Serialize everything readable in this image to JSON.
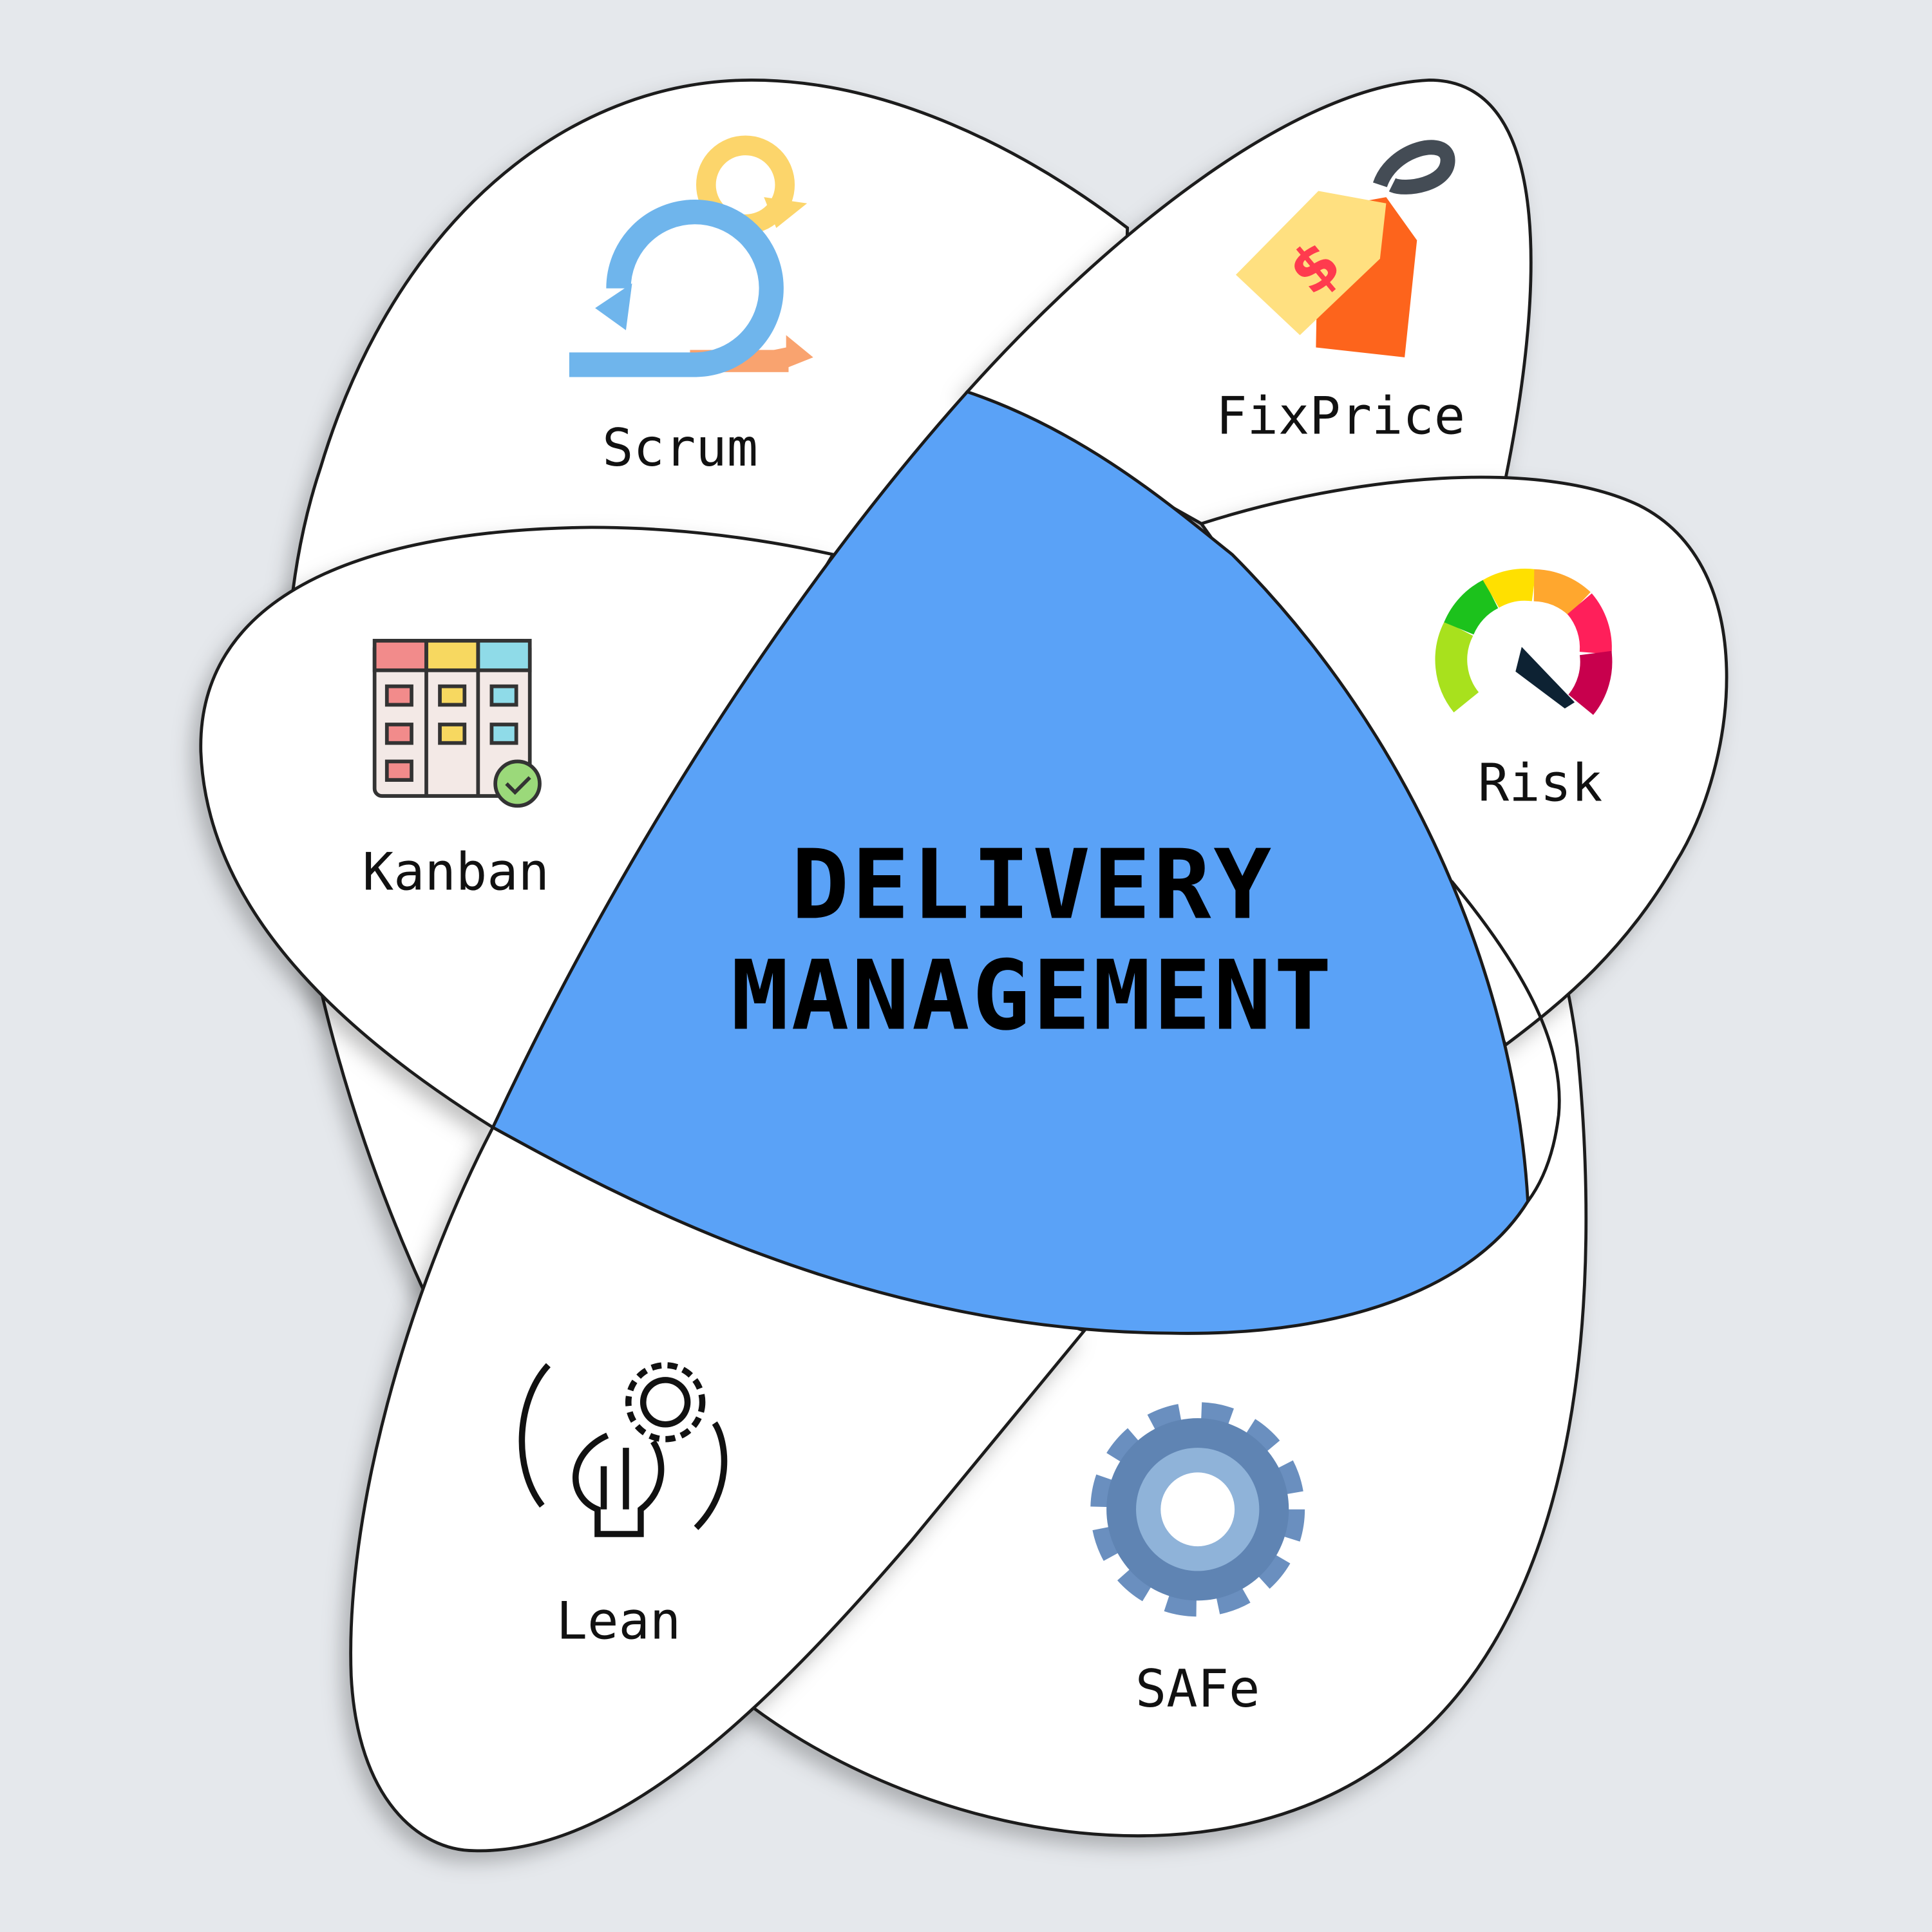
{
  "title": {
    "line1": "DELIVERY",
    "line2": "MANAGEMENT"
  },
  "petals": [
    {
      "label": "Scrum",
      "icon": "scrum-cycle-icon"
    },
    {
      "label": "FixPrice",
      "icon": "price-tag-icon"
    },
    {
      "label": "Risk",
      "icon": "risk-gauge-icon"
    },
    {
      "label": "Kanban",
      "icon": "kanban-board-icon"
    },
    {
      "label": "Lean",
      "icon": "lightbulb-gear-icon"
    },
    {
      "label": "SAFe",
      "icon": "gear-icon"
    }
  ],
  "colors": {
    "background": "#e5e8ec",
    "center": "#5aa2f7",
    "petal": "#ffffff"
  }
}
